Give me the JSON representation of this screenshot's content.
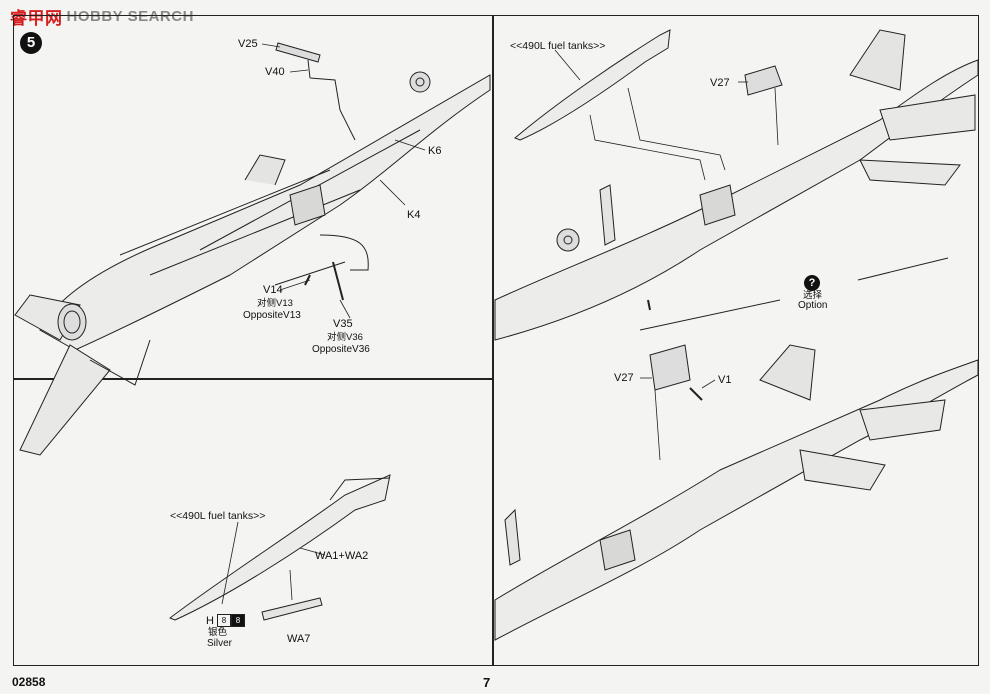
{
  "watermark": {
    "cn": "睿甲网",
    "en": "HOBBY SEARCH"
  },
  "step_number": "5",
  "left_panel": {
    "labels": {
      "v25": "V25",
      "v40": "V40",
      "k6": "K6",
      "k4": "K4",
      "v14": "V14",
      "v14_cn": "对侧V13",
      "v14_en": "OppositeV13",
      "v35": "V35",
      "v35_cn": "对侧V36",
      "v35_en": "OppositeV36"
    }
  },
  "tank_panel": {
    "title": "<<490L fuel tanks>>",
    "wa12": "WA1+WA2",
    "wa7": "WA7",
    "paint_code": "H",
    "paint_num_a": "8",
    "paint_num_b": "8",
    "paint_cn": "银色",
    "paint_en": "Silver"
  },
  "right_top": {
    "title": "<<490L fuel tanks>>",
    "v27": "V27",
    "option_mark": "?",
    "option_cn": "选择",
    "option_en": "Option"
  },
  "right_bottom": {
    "v27": "V27",
    "v1": "V1"
  },
  "footer": {
    "code": "02858",
    "page": "7"
  }
}
